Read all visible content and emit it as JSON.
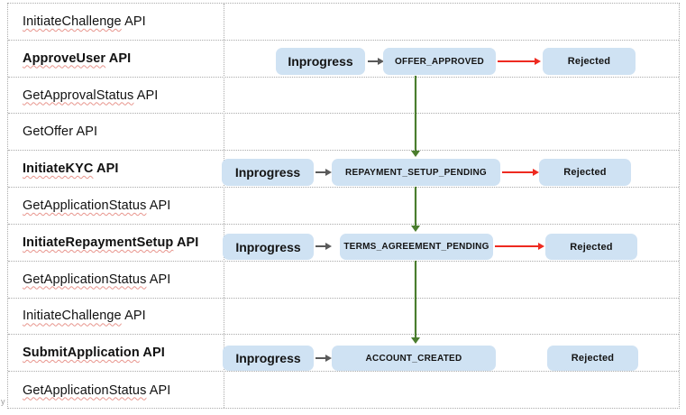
{
  "page": {
    "stray_text": "y"
  },
  "colors": {
    "box_fill": "#cfe2f3",
    "red_arrow": "#ee2a20",
    "green_arrow": "#4a7d2e",
    "gray_arrow": "#5a5a5a",
    "spellcheck_squiggle": "#e8958d",
    "grid_dotted_border": "#ababab"
  },
  "rows": [
    {
      "name": "InitiateChallenge",
      "suffix": " API"
    },
    {
      "name": "ApproveUser",
      "suffix": " API"
    },
    {
      "name": "GetApprovalStatus",
      "suffix": " API"
    },
    {
      "name": "GetOffer",
      "suffix": " API"
    },
    {
      "name": "InitiateKYC",
      "suffix": " API"
    },
    {
      "name": "GetApplicationStatus",
      "suffix": " API"
    },
    {
      "name": "InitiateRepaymentSetup",
      "suffix": " API"
    },
    {
      "name": "GetApplicationStatus",
      "suffix": " API"
    },
    {
      "name": "InitiateChallenge",
      "suffix": " API"
    },
    {
      "name": "SubmitApplication",
      "suffix": " API"
    },
    {
      "name": "GetApplicationStatus",
      "suffix": " API"
    }
  ],
  "flows": [
    {
      "inprogress": "Inprogress",
      "state": "OFFER_APPROVED",
      "rejected": "Rejected"
    },
    {
      "inprogress": "Inprogress",
      "state": "REPAYMENT_SETUP_PENDING",
      "rejected": "Rejected"
    },
    {
      "inprogress": "Inprogress",
      "state": "TERMS_AGREEMENT_PENDING",
      "rejected": "Rejected"
    },
    {
      "inprogress": "Inprogress",
      "state": "ACCOUNT_CREATED",
      "rejected": "Rejected"
    }
  ]
}
